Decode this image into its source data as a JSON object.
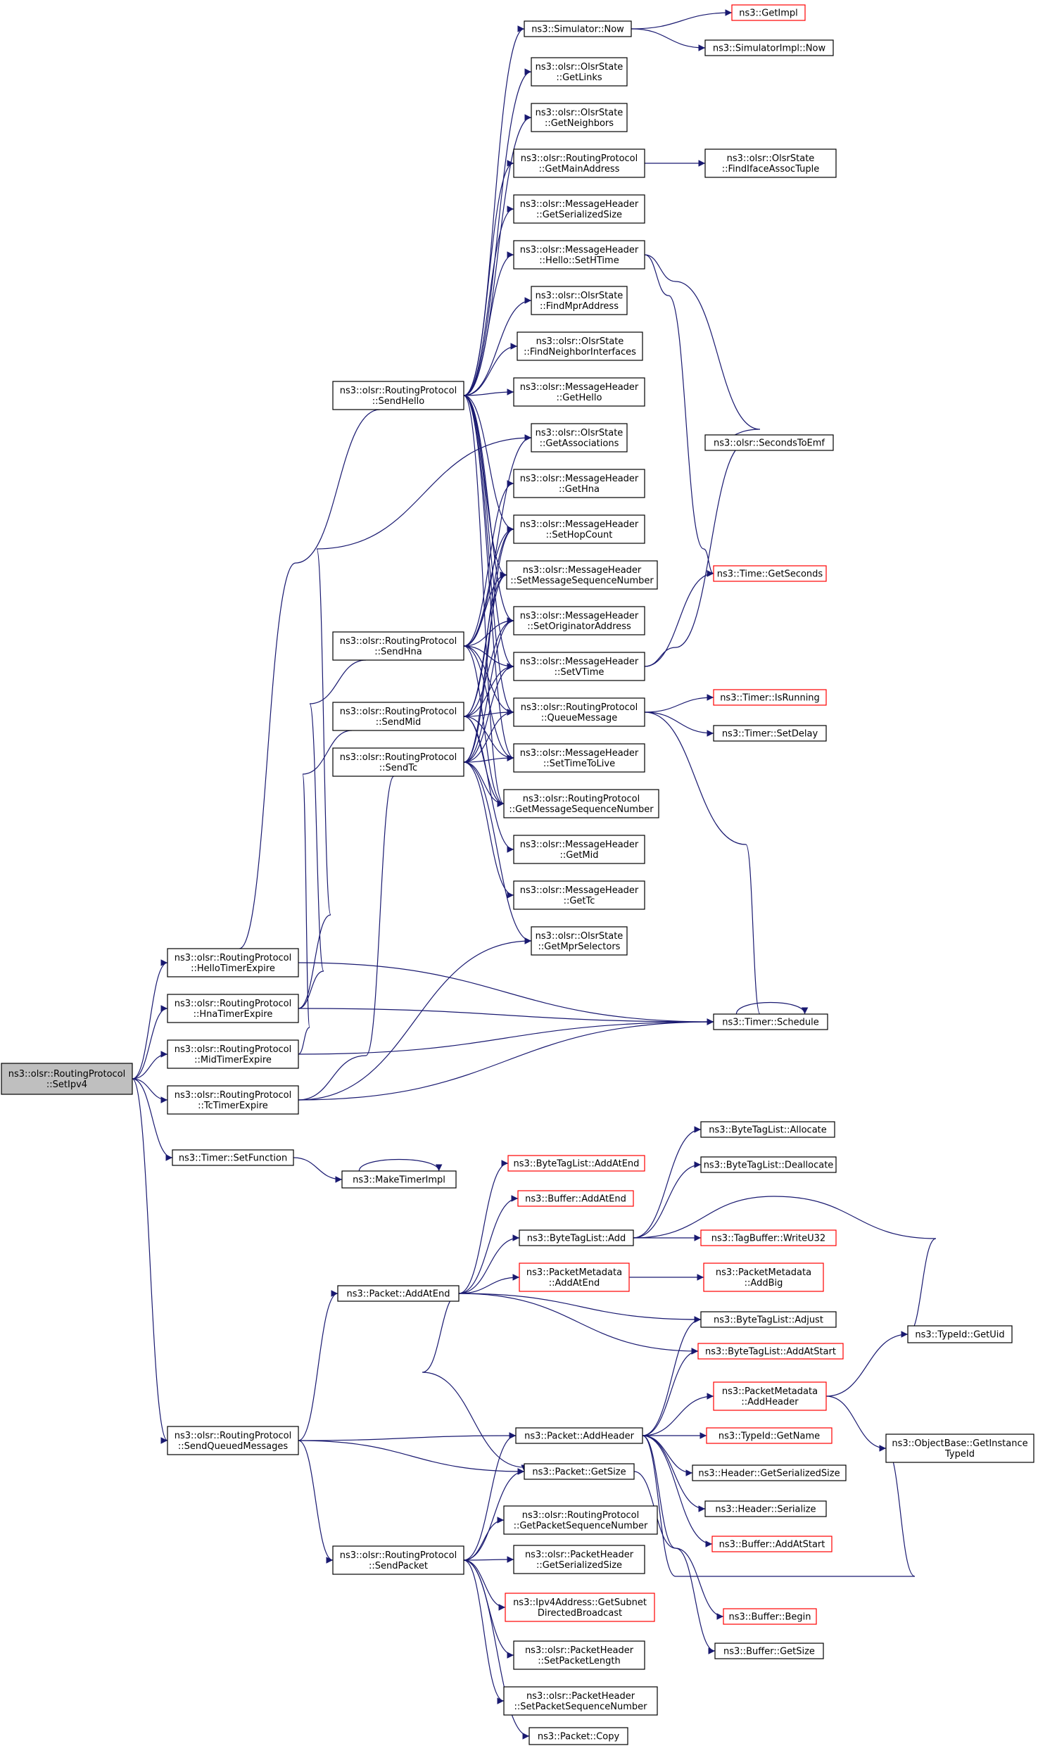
{
  "colors": {
    "edge": "#191970",
    "node_border": "#000000",
    "node_border_truncated": "#ff0000",
    "root_fill": "#bfbfbf",
    "node_fill": "#ffffff"
  },
  "nodes": [
    {
      "id": "root",
      "lines": [
        "ns3::olsr::RoutingProtocol",
        "::SetIpv4"
      ],
      "root": true
    },
    {
      "id": "hello_te",
      "lines": [
        "ns3::olsr::RoutingProtocol",
        "::HelloTimerExpire"
      ]
    },
    {
      "id": "hna_te",
      "lines": [
        "ns3::olsr::RoutingProtocol",
        "::HnaTimerExpire"
      ]
    },
    {
      "id": "mid_te",
      "lines": [
        "ns3::olsr::RoutingProtocol",
        "::MidTimerExpire"
      ]
    },
    {
      "id": "tc_te",
      "lines": [
        "ns3::olsr::RoutingProtocol",
        "::TcTimerExpire"
      ]
    },
    {
      "id": "setfunc",
      "lines": [
        "ns3::Timer::SetFunction"
      ]
    },
    {
      "id": "sqm",
      "lines": [
        "ns3::olsr::RoutingProtocol",
        "::SendQueuedMessages"
      ]
    },
    {
      "id": "makeimpl",
      "lines": [
        "ns3::MakeTimerImpl"
      ]
    },
    {
      "id": "sendhello",
      "lines": [
        "ns3::olsr::RoutingProtocol",
        "::SendHello"
      ]
    },
    {
      "id": "sendhna",
      "lines": [
        "ns3::olsr::RoutingProtocol",
        "::SendHna"
      ]
    },
    {
      "id": "sendmid",
      "lines": [
        "ns3::olsr::RoutingProtocol",
        "::SendMid"
      ]
    },
    {
      "id": "sendtc",
      "lines": [
        "ns3::olsr::RoutingProtocol",
        "::SendTc"
      ]
    },
    {
      "id": "simnow",
      "lines": [
        "ns3::Simulator::Now"
      ]
    },
    {
      "id": "getlinks",
      "lines": [
        "ns3::olsr::OlsrState",
        "::GetLinks"
      ]
    },
    {
      "id": "getneigh",
      "lines": [
        "ns3::olsr::OlsrState",
        "::GetNeighbors"
      ]
    },
    {
      "id": "getmain",
      "lines": [
        "ns3::olsr::RoutingProtocol",
        "::GetMainAddress"
      ]
    },
    {
      "id": "mh_gss",
      "lines": [
        "ns3::olsr::MessageHeader",
        "::GetSerializedSize"
      ]
    },
    {
      "id": "sethtime",
      "lines": [
        "ns3::olsr::MessageHeader",
        "::Hello::SetHTime"
      ]
    },
    {
      "id": "findmpr",
      "lines": [
        "ns3::olsr::OlsrState",
        "::FindMprAddress"
      ]
    },
    {
      "id": "findneighif",
      "lines": [
        "ns3::olsr::OlsrState",
        "::FindNeighborInterfaces"
      ]
    },
    {
      "id": "gethello",
      "lines": [
        "ns3::olsr::MessageHeader",
        "::GetHello"
      ]
    },
    {
      "id": "getassoc",
      "lines": [
        "ns3::olsr::OlsrState",
        "::GetAssociations"
      ]
    },
    {
      "id": "gethna",
      "lines": [
        "ns3::olsr::MessageHeader",
        "::GetHna"
      ]
    },
    {
      "id": "sethop",
      "lines": [
        "ns3::olsr::MessageHeader",
        "::SetHopCount"
      ]
    },
    {
      "id": "setmsn",
      "lines": [
        "ns3::olsr::MessageHeader",
        "::SetMessageSequenceNumber"
      ]
    },
    {
      "id": "setorig",
      "lines": [
        "ns3::olsr::MessageHeader",
        "::SetOriginatorAddress"
      ]
    },
    {
      "id": "setvtime",
      "lines": [
        "ns3::olsr::MessageHeader",
        "::SetVTime"
      ]
    },
    {
      "id": "queuemsg",
      "lines": [
        "ns3::olsr::RoutingProtocol",
        "::QueueMessage"
      ]
    },
    {
      "id": "setttl",
      "lines": [
        "ns3::olsr::MessageHeader",
        "::SetTimeToLive"
      ]
    },
    {
      "id": "getmsn",
      "lines": [
        "ns3::olsr::RoutingProtocol",
        "::GetMessageSequenceNumber"
      ]
    },
    {
      "id": "getmid",
      "lines": [
        "ns3::olsr::MessageHeader",
        "::GetMid"
      ]
    },
    {
      "id": "gettc",
      "lines": [
        "ns3::olsr::MessageHeader",
        "::GetTc"
      ]
    },
    {
      "id": "getmprsel",
      "lines": [
        "ns3::olsr::OlsrState",
        "::GetMprSelectors"
      ]
    },
    {
      "id": "getimpl",
      "lines": [
        "ns3::GetImpl"
      ],
      "truncated": true
    },
    {
      "id": "simimplnow",
      "lines": [
        "ns3::SimulatorImpl::Now"
      ]
    },
    {
      "id": "findiface",
      "lines": [
        "ns3::olsr::OlsrState",
        "::FindIfaceAssocTuple"
      ]
    },
    {
      "id": "secstoemf",
      "lines": [
        "ns3::olsr::SecondsToEmf"
      ]
    },
    {
      "id": "getseconds",
      "lines": [
        "ns3::Time::GetSeconds"
      ],
      "truncated": true
    },
    {
      "id": "isrunning",
      "lines": [
        "ns3::Timer::IsRunning"
      ],
      "truncated": true
    },
    {
      "id": "setdelay",
      "lines": [
        "ns3::Timer::SetDelay"
      ]
    },
    {
      "id": "schedule",
      "lines": [
        "ns3::Timer::Schedule"
      ]
    },
    {
      "id": "addatend",
      "lines": [
        "ns3::Packet::AddAtEnd"
      ]
    },
    {
      "id": "btl_addatend",
      "lines": [
        "ns3::ByteTagList::AddAtEnd"
      ],
      "truncated": true
    },
    {
      "id": "buf_addatend",
      "lines": [
        "ns3::Buffer::AddAtEnd"
      ],
      "truncated": true
    },
    {
      "id": "btl_add",
      "lines": [
        "ns3::ByteTagList::Add"
      ]
    },
    {
      "id": "pm_addatend",
      "lines": [
        "ns3::PacketMetadata",
        "::AddAtEnd"
      ],
      "truncated": true
    },
    {
      "id": "btl_alloc",
      "lines": [
        "ns3::ByteTagList::Allocate"
      ]
    },
    {
      "id": "btl_dealloc",
      "lines": [
        "ns3::ByteTagList::Deallocate"
      ]
    },
    {
      "id": "tb_writeu32",
      "lines": [
        "ns3::TagBuffer::WriteU32"
      ],
      "truncated": true
    },
    {
      "id": "pm_addbig",
      "lines": [
        "ns3::PacketMetadata",
        "::AddBig"
      ],
      "truncated": true
    },
    {
      "id": "btl_adjust",
      "lines": [
        "ns3::ByteTagList::Adjust"
      ]
    },
    {
      "id": "btl_addatstart",
      "lines": [
        "ns3::ByteTagList::AddAtStart"
      ],
      "truncated": true
    },
    {
      "id": "typeid_getuid",
      "lines": [
        "ns3::TypeId::GetUid"
      ]
    },
    {
      "id": "pm_addheader",
      "lines": [
        "ns3::PacketMetadata",
        "::AddHeader"
      ],
      "truncated": true
    },
    {
      "id": "ob_getinst",
      "lines": [
        "ns3::ObjectBase::GetInstance",
        "TypeId"
      ]
    },
    {
      "id": "pkt_addheader",
      "lines": [
        "ns3::Packet::AddHeader"
      ]
    },
    {
      "id": "pkt_getsize",
      "lines": [
        "ns3::Packet::GetSize"
      ]
    },
    {
      "id": "sendpacket",
      "lines": [
        "ns3::olsr::RoutingProtocol",
        "::SendPacket"
      ]
    },
    {
      "id": "typeid_getname",
      "lines": [
        "ns3::TypeId::GetName"
      ],
      "truncated": true
    },
    {
      "id": "hdr_gss",
      "lines": [
        "ns3::Header::GetSerializedSize"
      ]
    },
    {
      "id": "hdr_serialize",
      "lines": [
        "ns3::Header::Serialize"
      ]
    },
    {
      "id": "buf_addatstart",
      "lines": [
        "ns3::Buffer::AddAtStart"
      ],
      "truncated": true
    },
    {
      "id": "buf_begin",
      "lines": [
        "ns3::Buffer::Begin"
      ],
      "truncated": true
    },
    {
      "id": "buf_getsize",
      "lines": [
        "ns3::Buffer::GetSize"
      ]
    },
    {
      "id": "getpsn",
      "lines": [
        "ns3::olsr::RoutingProtocol",
        "::GetPacketSequenceNumber"
      ]
    },
    {
      "id": "ph_gss",
      "lines": [
        "ns3::olsr::PacketHeader",
        "::GetSerializedSize"
      ]
    },
    {
      "id": "ipv4_subnet",
      "lines": [
        "ns3::Ipv4Address::GetSubnet",
        "DirectedBroadcast"
      ],
      "truncated": true
    },
    {
      "id": "ph_setlen",
      "lines": [
        "ns3::olsr::PacketHeader",
        "::SetPacketLength"
      ]
    },
    {
      "id": "ph_setpsn",
      "lines": [
        "ns3::olsr::PacketHeader",
        "::SetPacketSequenceNumber"
      ]
    },
    {
      "id": "pkt_copy",
      "lines": [
        "ns3::Packet::Copy"
      ]
    }
  ]
}
